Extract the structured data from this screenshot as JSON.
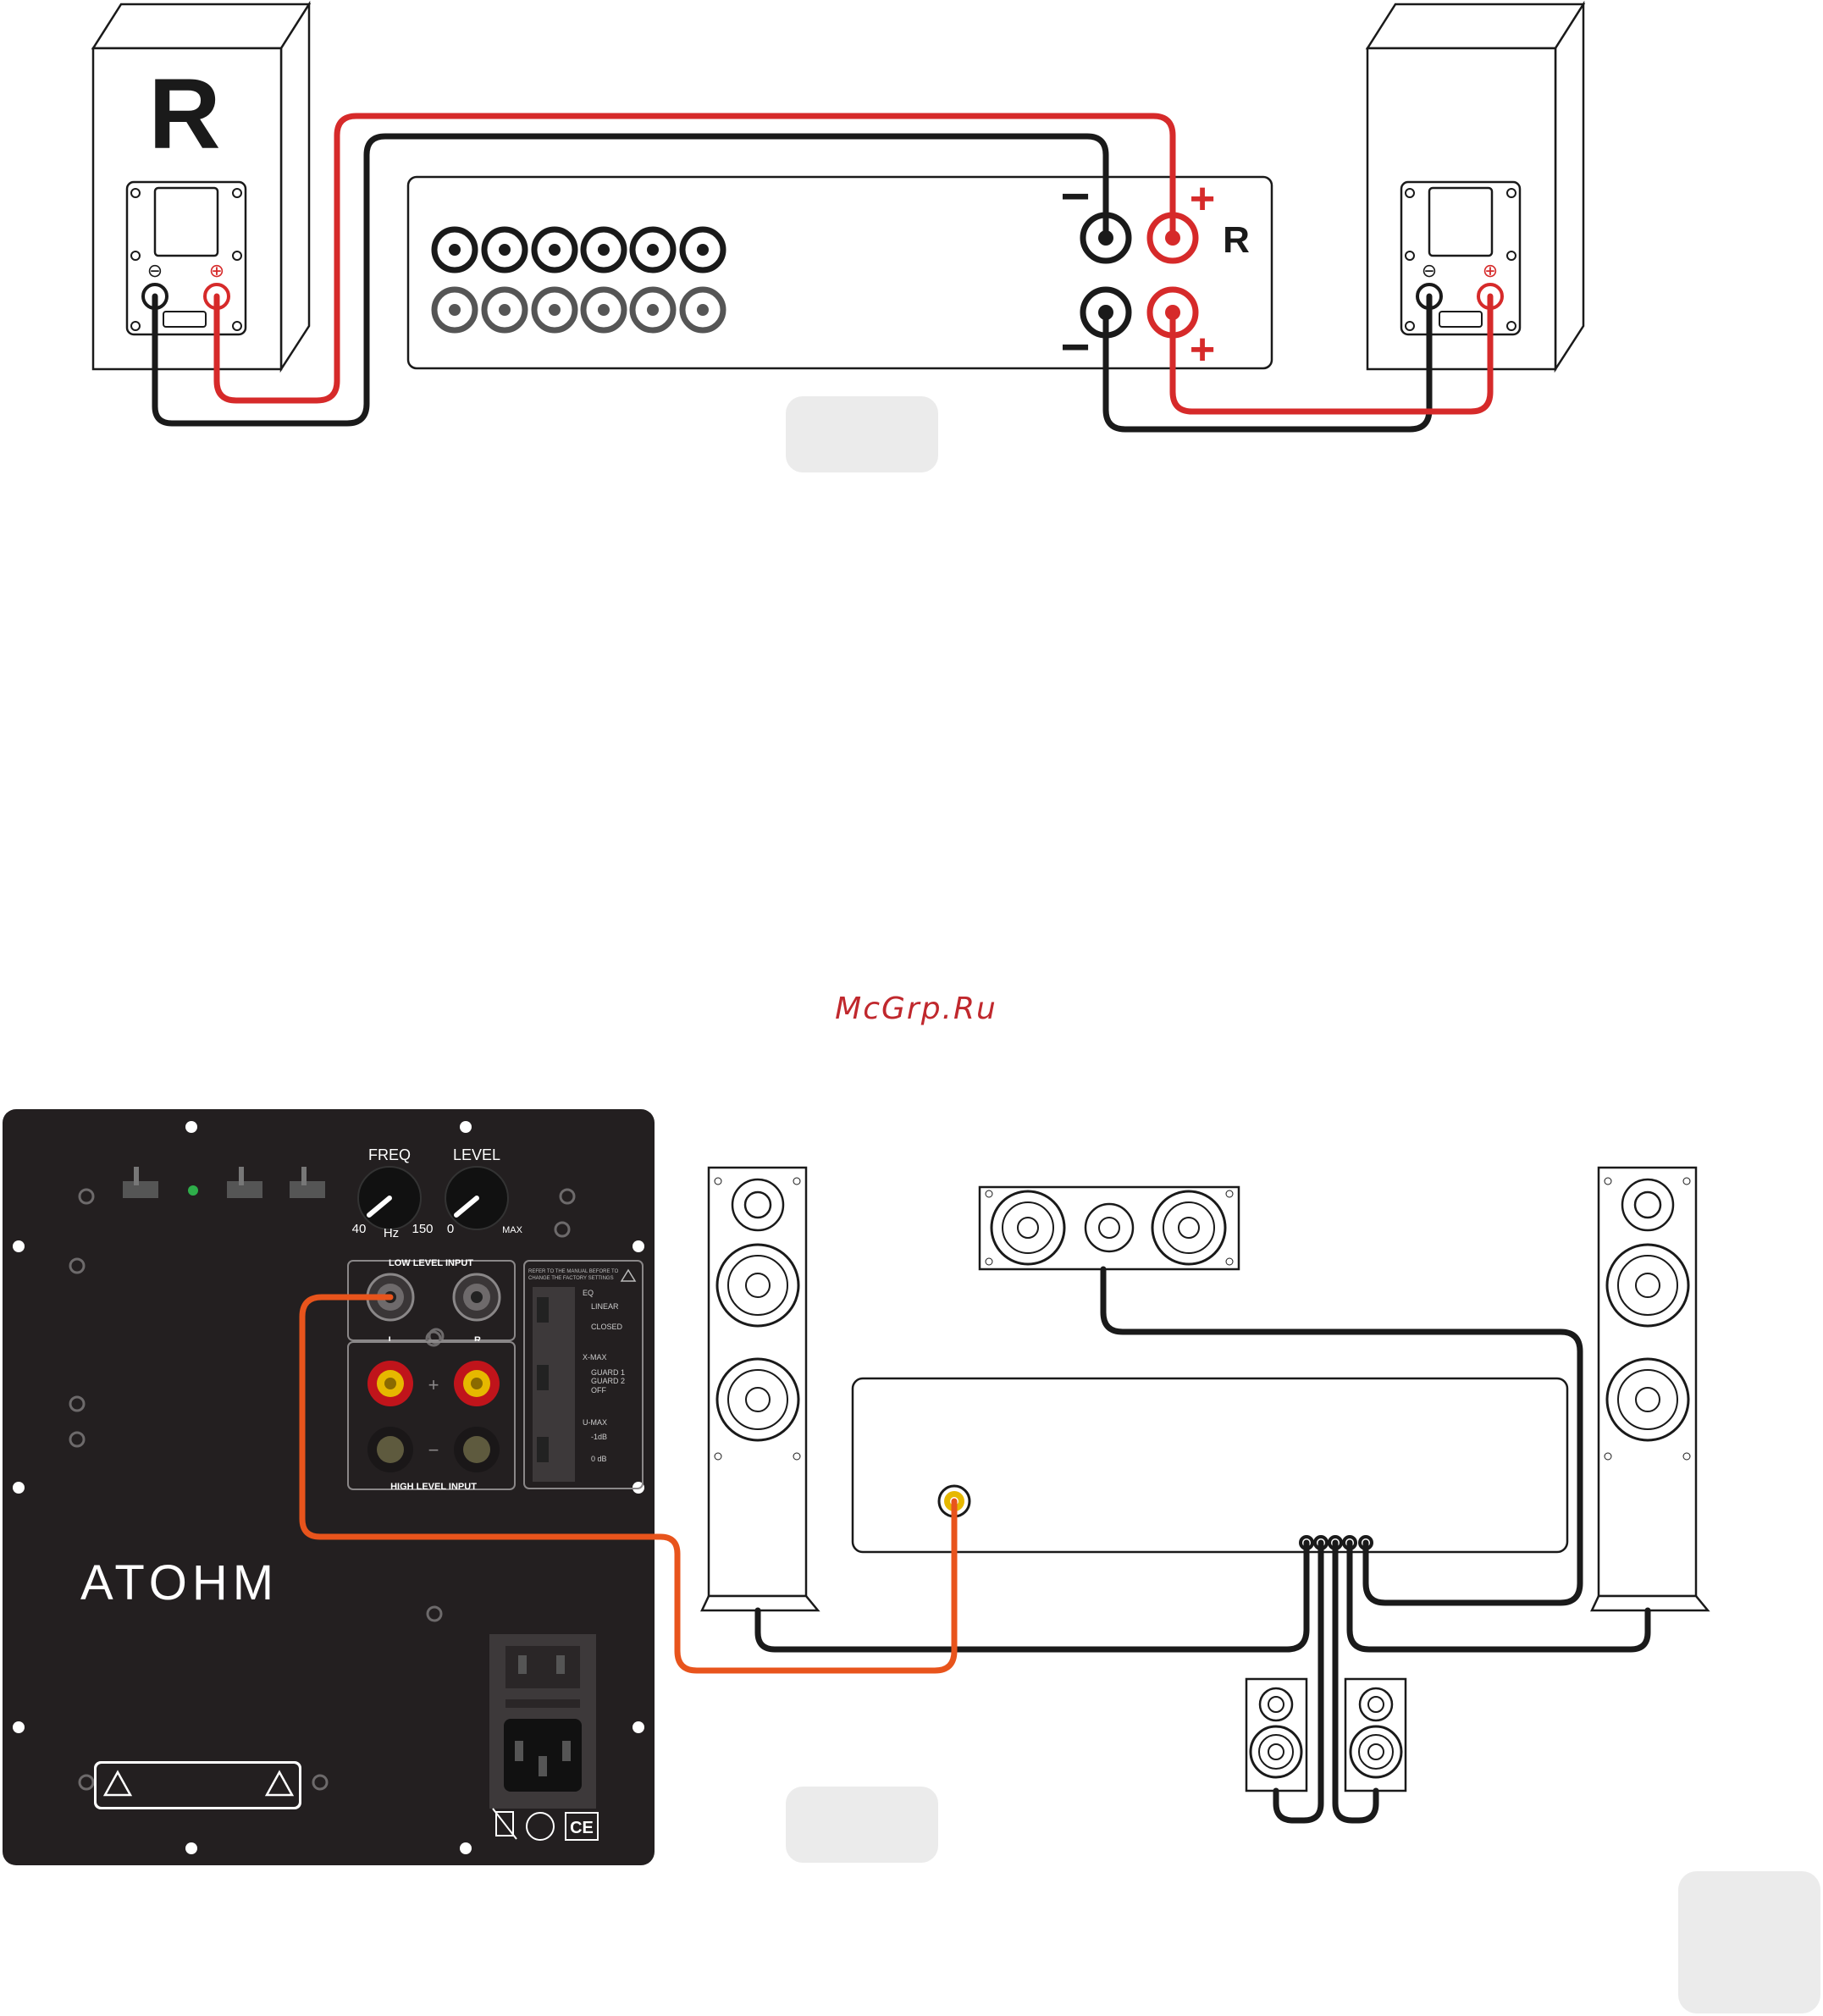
{
  "top_diagram": {
    "speaker_left_label": "R",
    "amp_channel_label": "R",
    "minus_sign": "−",
    "plus_sign": "+",
    "terminal_minus": "⊖",
    "terminal_plus": "⊕"
  },
  "watermark": "McGrp.Ru",
  "sub_panel": {
    "freq_label": "FREQ",
    "level_label": "LEVEL",
    "freq_min": "40",
    "freq_unit": "Hz",
    "freq_max": "150",
    "level_min": "0",
    "level_max": "MAX",
    "low_level_input": "LOW LEVEL INPUT",
    "high_level_input": "HIGH LEVEL INPUT",
    "channel_l": "L",
    "channel_r": "R",
    "plus": "+",
    "minus": "−",
    "notice_line1": "REFER TO THE MANUAL BEFORE TO",
    "notice_line2": "CHANGE THE FACTORY SETTINGS",
    "eq_label": "EQ",
    "eq_opt1": "LINEAR",
    "eq_opt2": "CLOSED",
    "xmax_label": "X-MAX",
    "xmax_opt1": "GUARD 1",
    "xmax_opt2": "GUARD 2",
    "xmax_opt3": "OFF",
    "umax_label": "U-MAX",
    "umax_opt1": "-1dB",
    "umax_opt2": "0 dB",
    "brand": "ATOHM",
    "ce_mark": "CE"
  },
  "colors": {
    "wire_red": "#d62a2a",
    "wire_black": "#1a1a1a",
    "wire_orange": "#e8541c",
    "panel_bg": "#231f20",
    "placeholder_gray": "#ebebeb",
    "watermark": "#c0282d"
  }
}
